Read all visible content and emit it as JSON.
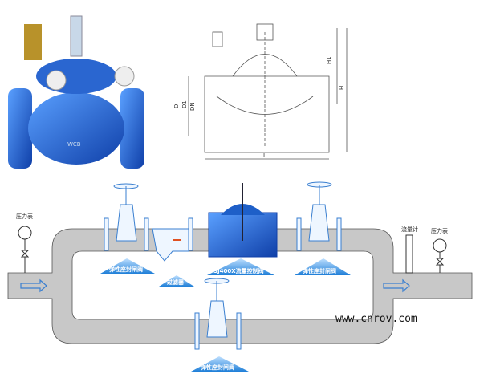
{
  "labels": {
    "pressure_gauge_left": "压力表",
    "pressure_gauge_right": "压力表",
    "flow_meter": "流量计",
    "gate_valve_1": "弹性座封闸阀",
    "gate_valve_2": "弹性座封闸阀",
    "gate_valve_bypass": "弹性座封闸阀",
    "strainer": "过滤器",
    "control_valve": "SJ400X流量控制阀"
  },
  "dimensions": [
    "H1",
    "H",
    "D",
    "D1",
    "DN",
    "L"
  ],
  "watermark": "www.cnrov.com",
  "photo_marking": "WCB",
  "colors": {
    "valve_blue": "#1e5fc8",
    "pipe_gray": "#c8c8c8",
    "outline_blue": "#3a7fd0",
    "arrow": "#e05020"
  }
}
